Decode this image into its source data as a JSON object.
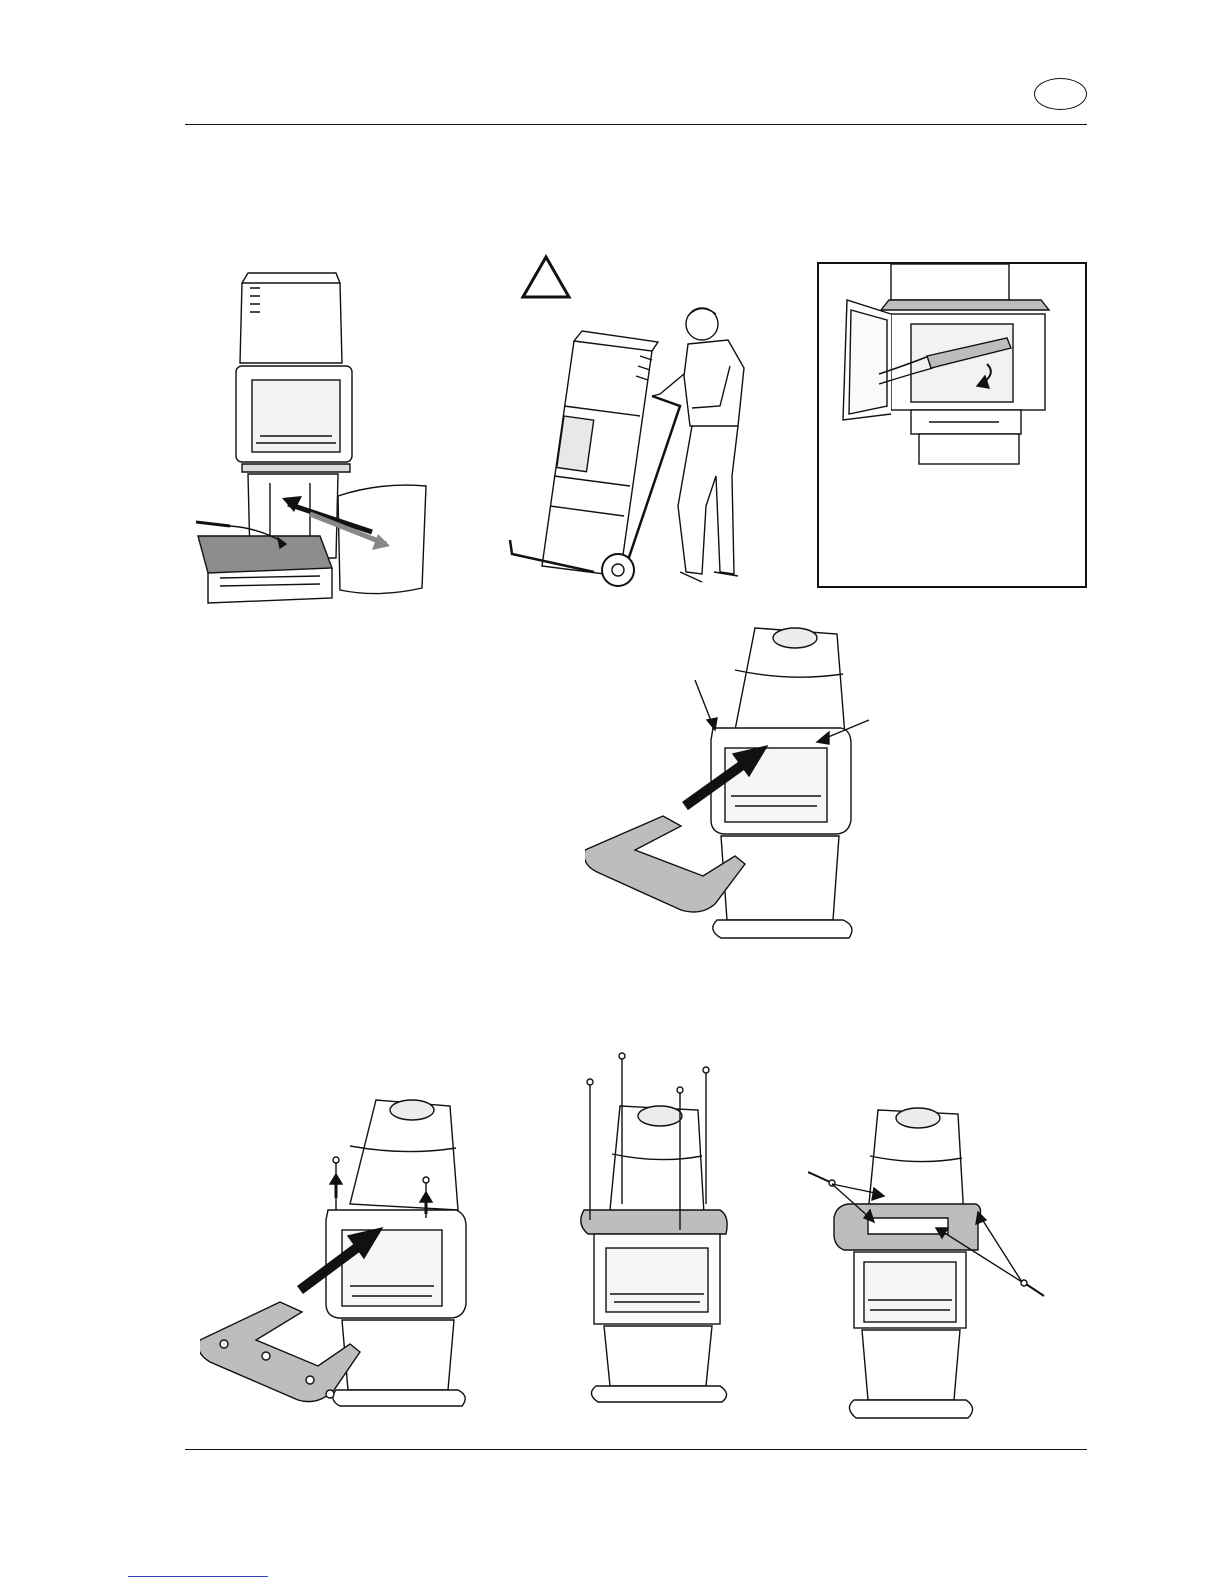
{
  "page": {
    "language_badge": "",
    "warning_icon": "warning-triangle-icon"
  },
  "figures": [
    {
      "name": "remove-side-panel",
      "icon": "stove-side-panel-removal"
    },
    {
      "name": "transport-with-hand-truck",
      "icon": "person-hand-truck-stove"
    },
    {
      "name": "remove-baffle-plate",
      "icon": "open-door-baffle"
    },
    {
      "name": "fit-top-frame",
      "icon": "stove-top-frame-arrow"
    },
    {
      "name": "fit-top-plate-with-screws",
      "icon": "stove-plate-screws"
    },
    {
      "name": "screws-inserted",
      "icon": "stove-four-screws"
    },
    {
      "name": "fit-cover-plate",
      "icon": "stove-cover-plate-screws"
    }
  ],
  "colors": {
    "line": "#111111",
    "grey_part": "#bdbdbd",
    "arrow": "#111111"
  }
}
